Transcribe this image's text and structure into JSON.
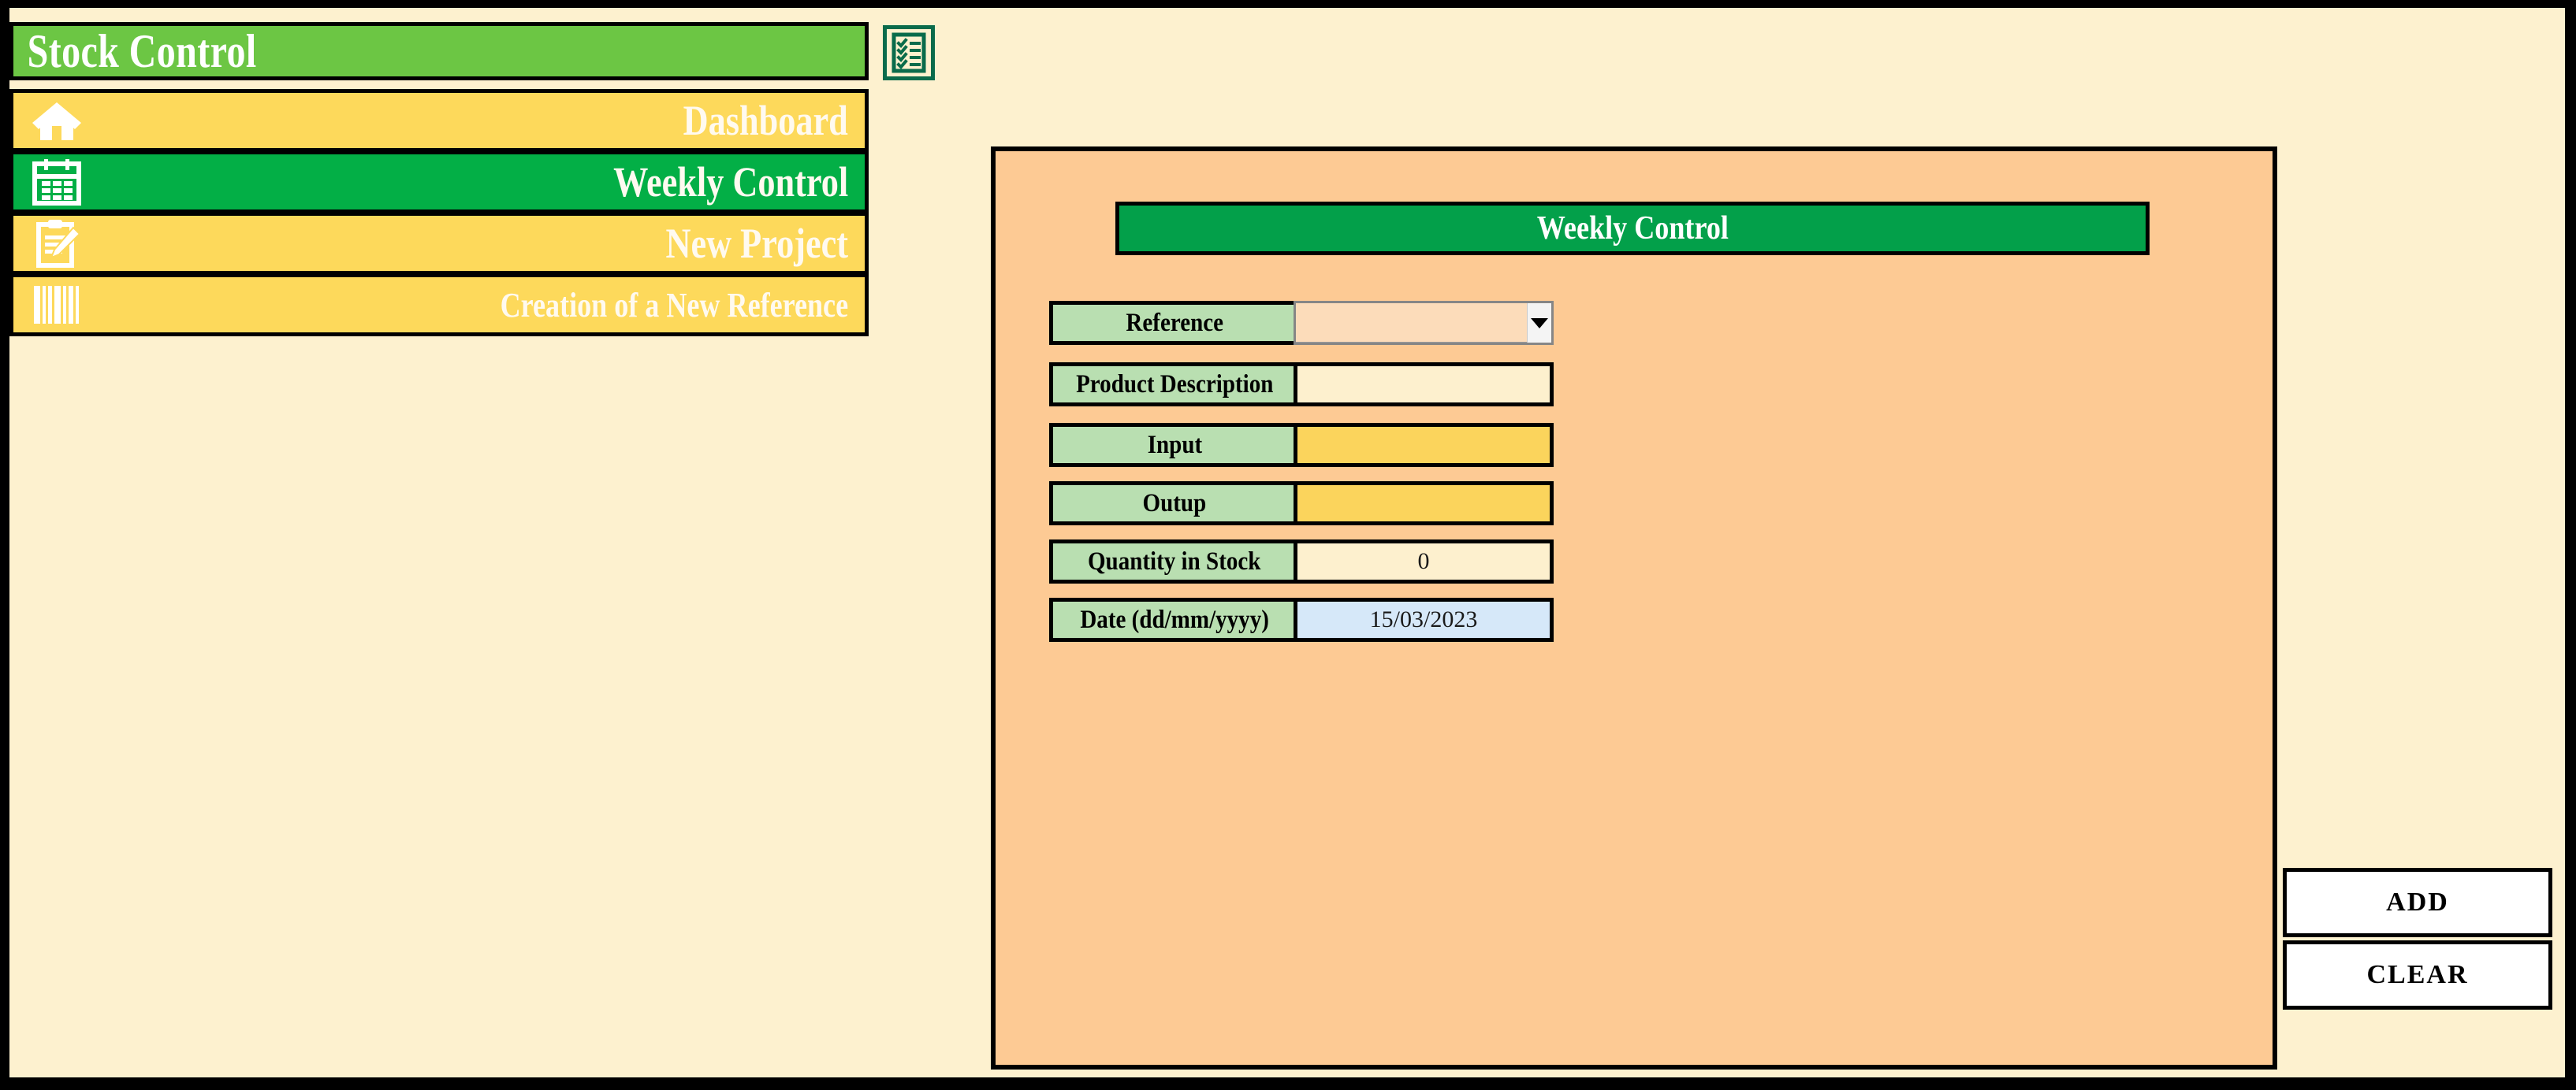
{
  "app": {
    "title": "Stock Control",
    "background_color": "#fdf1cf",
    "accent_green": "#03af46",
    "accent_yellow": "#fdd95b",
    "title_green": "#6cc644",
    "panel_peach": "#fdca94",
    "label_green": "#b9dfb1"
  },
  "sidebar": {
    "checklist_icon": "checklist-icon",
    "items": [
      {
        "label": "Dashboard",
        "icon": "home-icon",
        "active": false
      },
      {
        "label": "Weekly Control",
        "icon": "calendar-icon",
        "active": true
      },
      {
        "label": "New Project",
        "icon": "clipboard-pencil-icon",
        "active": false
      },
      {
        "label": "Creation of a New Reference",
        "icon": "barcode-icon",
        "active": false
      }
    ]
  },
  "form": {
    "header": "Weekly Control",
    "fields": [
      {
        "label": "Reference",
        "type": "dropdown",
        "value": "",
        "style": "dropdown"
      },
      {
        "label": "Product Description",
        "type": "text",
        "value": "",
        "style": "cream"
      },
      {
        "label": "Input",
        "type": "text",
        "value": "",
        "style": "yellow"
      },
      {
        "label": "Outup",
        "type": "text",
        "value": "",
        "style": "yellow"
      },
      {
        "label": "Quantity in Stock",
        "type": "readonly",
        "value": "0",
        "style": "cream"
      },
      {
        "label": "Date (dd/mm/yyyy)",
        "type": "date",
        "value": "15/03/2023",
        "style": "blue"
      }
    ]
  },
  "buttons": {
    "add": "ADD",
    "clear": "CLEAR"
  }
}
